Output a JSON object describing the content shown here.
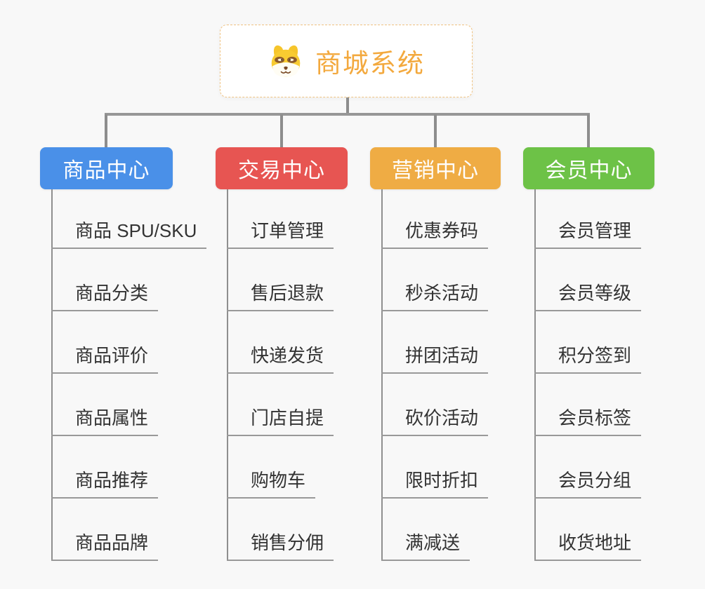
{
  "root": {
    "title": "商城系统",
    "icon": "shiba-dog-icon",
    "title_color": "#f3a93e",
    "border_color": "#f0c382"
  },
  "connector_color": "#8d8d8d",
  "item_text_color": "#333333",
  "underline_color": "#999999",
  "branches": [
    {
      "label": "商品中心",
      "color": "#4a90e8",
      "items": [
        "商品 SPU/SKU",
        "商品分类",
        "商品评价",
        "商品属性",
        "商品推荐",
        "商品品牌"
      ]
    },
    {
      "label": "交易中心",
      "color": "#e75552",
      "items": [
        "订单管理",
        "售后退款",
        "快递发货",
        "门店自提",
        "购物车",
        "销售分佣"
      ]
    },
    {
      "label": "营销中心",
      "color": "#efac44",
      "items": [
        "优惠券码",
        "秒杀活动",
        "拼团活动",
        "砍价活动",
        "限时折扣",
        "满减送"
      ]
    },
    {
      "label": "会员中心",
      "color": "#6dc247",
      "items": [
        "会员管理",
        "会员等级",
        "积分签到",
        "会员标签",
        "会员分组",
        "收货地址"
      ]
    }
  ]
}
